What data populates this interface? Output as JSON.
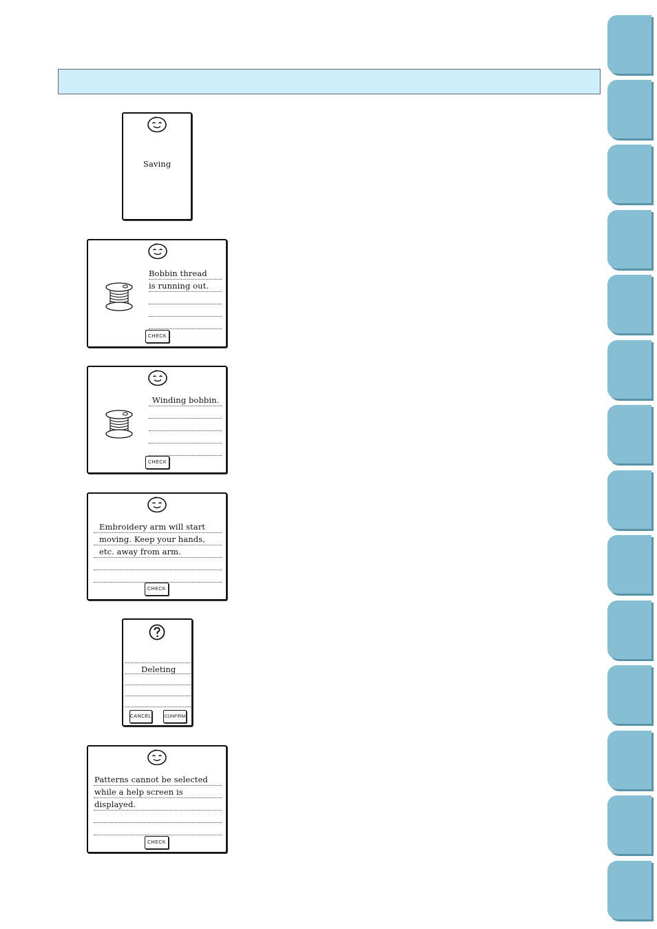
{
  "screens": [
    {
      "id": "saving",
      "lines": [
        "Saving"
      ]
    },
    {
      "id": "bobbin-out",
      "lines": [
        "Bobbin thread",
        "is running out."
      ],
      "button": "CHECK"
    },
    {
      "id": "winding",
      "lines": [
        "Winding bobbin."
      ],
      "button": "CHECK"
    },
    {
      "id": "arm",
      "lines": [
        "Embroidery arm will start",
        "moving. Keep your hands,",
        "etc. away from arm."
      ],
      "button": "CHECK"
    },
    {
      "id": "deleting",
      "lines": [
        "Deleting"
      ],
      "buttons": [
        "CANCEL",
        "CONFIRM"
      ]
    },
    {
      "id": "help",
      "lines": [
        "Patterns cannot be selected",
        "while a help screen is",
        "displayed."
      ],
      "button": "CHECK"
    }
  ],
  "colors": {
    "header": "#cdeefa",
    "tab": "#86bfd4",
    "tab_shadow": "#5a93a8"
  },
  "icons": [
    "smiley-face-icon",
    "question-circle-icon",
    "bobbin-spool-icon"
  ]
}
